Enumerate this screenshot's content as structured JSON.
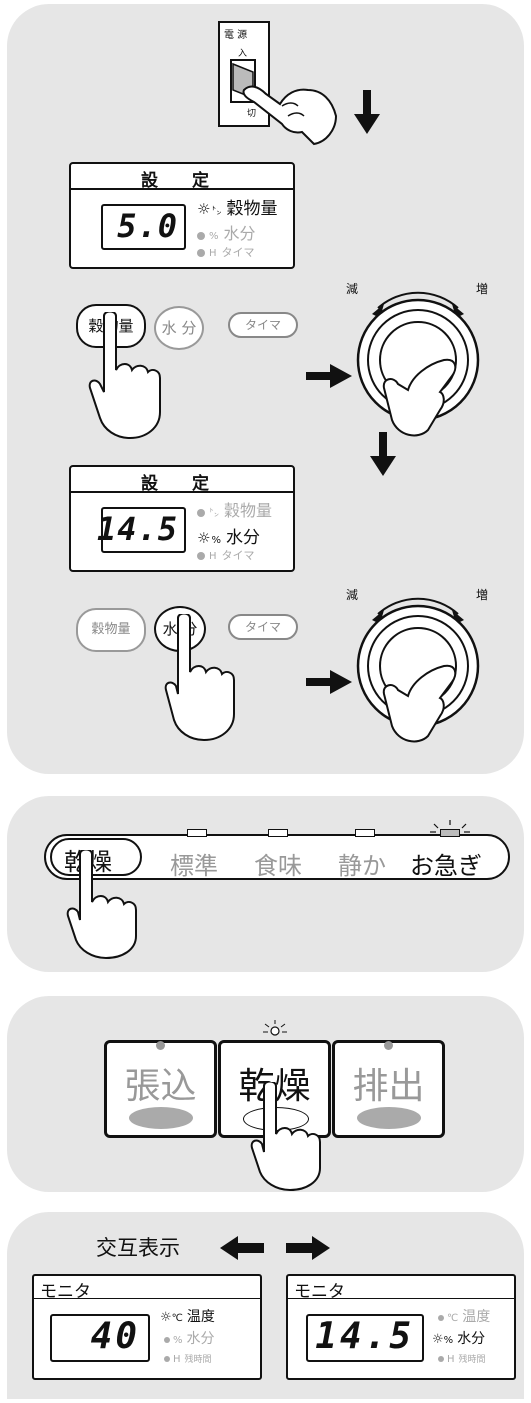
{
  "step1": {
    "switch": {
      "top_label": "電 源",
      "on_label": "入",
      "off_label": "切"
    },
    "display_a": {
      "title": "設 定",
      "value": "5.0",
      "indicators": [
        {
          "unit": "t",
          "label": "穀物量",
          "lit": true
        },
        {
          "unit": "%",
          "label": "水分",
          "lit": false
        },
        {
          "unit": "H",
          "label": "タイマ",
          "lit": false
        }
      ]
    },
    "buttons_a": {
      "grain": "穀物量",
      "moisture": "水 分",
      "timer": "タイマ"
    },
    "dial": {
      "decrease": "減",
      "increase": "増"
    },
    "display_b": {
      "title": "設 定",
      "value": "14.5",
      "indicators": [
        {
          "unit": "t",
          "label": "穀物量",
          "lit": false
        },
        {
          "unit": "%",
          "label": "水分",
          "lit": true
        },
        {
          "unit": "H",
          "label": "タイマ",
          "lit": false
        }
      ]
    },
    "buttons_b": {
      "grain": "穀物量",
      "moisture": "水 分",
      "timer": "タイマ"
    }
  },
  "step2": {
    "dry_button": "乾燥",
    "modes": [
      "標準",
      "食味",
      "静か",
      "お急ぎ"
    ],
    "active_mode": "お急ぎ"
  },
  "step3": {
    "buttons": [
      "張込",
      "乾燥",
      "排出"
    ],
    "active": "乾燥"
  },
  "step4": {
    "alternate_label": "交互表示",
    "monitor_a": {
      "title": "モニタ",
      "value": "40",
      "indicators": [
        {
          "unit": "℃",
          "label": "温度",
          "lit": true
        },
        {
          "unit": "%",
          "label": "水分",
          "lit": false
        },
        {
          "unit": "H",
          "label": "残時間",
          "lit": false
        }
      ]
    },
    "monitor_b": {
      "title": "モニタ",
      "value": "14.5",
      "indicators": [
        {
          "unit": "℃",
          "label": "温度",
          "lit": false
        },
        {
          "unit": "%",
          "label": "水分",
          "lit": true
        },
        {
          "unit": "H",
          "label": "残時間",
          "lit": false
        }
      ]
    }
  },
  "colors": {
    "panel": "#e6e6e6",
    "inactive": "#999999",
    "active": "#111111"
  }
}
